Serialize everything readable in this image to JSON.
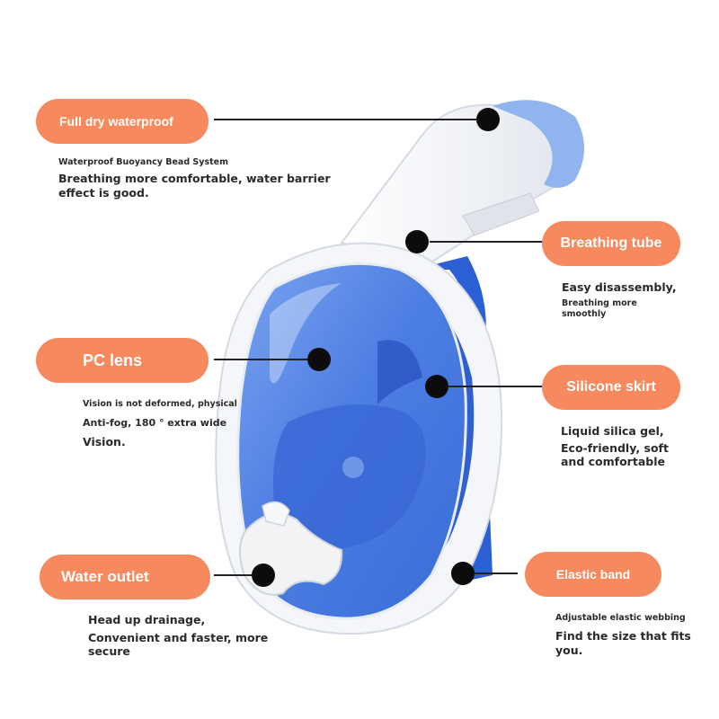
{
  "features": [
    {
      "id": "full-dry",
      "title": "Full dry waterproof",
      "lines": [
        "Waterproof Buoyancy Bead System",
        "Breathing more comfortable, water barrier",
        "effect is good."
      ]
    },
    {
      "id": "breathing-tube",
      "title": "Breathing tube",
      "lines": [
        "Easy disassembly,",
        "Breathing more",
        "smoothly"
      ]
    },
    {
      "id": "pc-lens",
      "title": "PC lens",
      "lines": [
        "Vision is not deformed, physical",
        "Anti-fog, 180 °   extra wide",
        "Vision."
      ]
    },
    {
      "id": "silicone-skirt",
      "title": "Silicone skirt",
      "lines": [
        "Liquid silica gel,",
        "Eco-friendly, soft",
        "and comfortable"
      ]
    },
    {
      "id": "water-outlet",
      "title": "Water outlet",
      "lines": [
        "Head up drainage,",
        "Convenient and faster, more",
        "secure"
      ]
    },
    {
      "id": "elastic-band",
      "title": "Elastic band",
      "lines": [
        "Adjustable elastic webbing",
        "Find the size that fits",
        "you."
      ]
    }
  ],
  "colors": {
    "pill": "#f7895f",
    "mask_blue": "#4f7fe0",
    "mask_blue_dark": "#2f5fd0",
    "frame_white": "#f4f6fa",
    "tube_tip": "#8fb4ee",
    "dot": "#0c0c0c"
  },
  "icons": [
    "diving-mask-illustration",
    "callout-dot"
  ]
}
